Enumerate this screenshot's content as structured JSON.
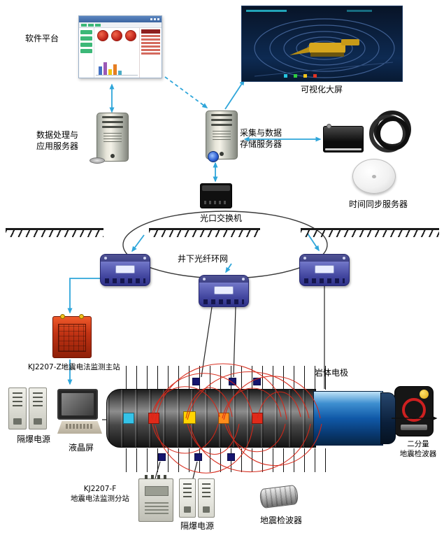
{
  "nodes": {
    "software_platform": "软件平台",
    "big_screen": "可视化大屏",
    "app_server": "数据处理与\n应用服务器",
    "storage_server": "采集与数据\n存储服务器",
    "time_sync_server": "时间同步服务器",
    "optical_switch": "光口交换机",
    "fiber_ring": "井下光纤环网",
    "main_station": "KJ2207-Z地震电法监测主站",
    "rock_electrode": "岩体电极",
    "flameproof_power_left": "隔爆电源",
    "lcd_screen": "液晶屏",
    "substation_f": "KJ2207-F\n地震电法监测分站",
    "flameproof_power_bottom": "隔爆电源",
    "geophone": "地震检波器",
    "two_component_geophone": "二分量\n地震检波器"
  },
  "colors": {
    "arrow": "#2fa6da",
    "field_line": "#d62718",
    "ground": "#1c1c1c",
    "substation_purple": "#4347a0",
    "main_station_red": "#c23314"
  }
}
